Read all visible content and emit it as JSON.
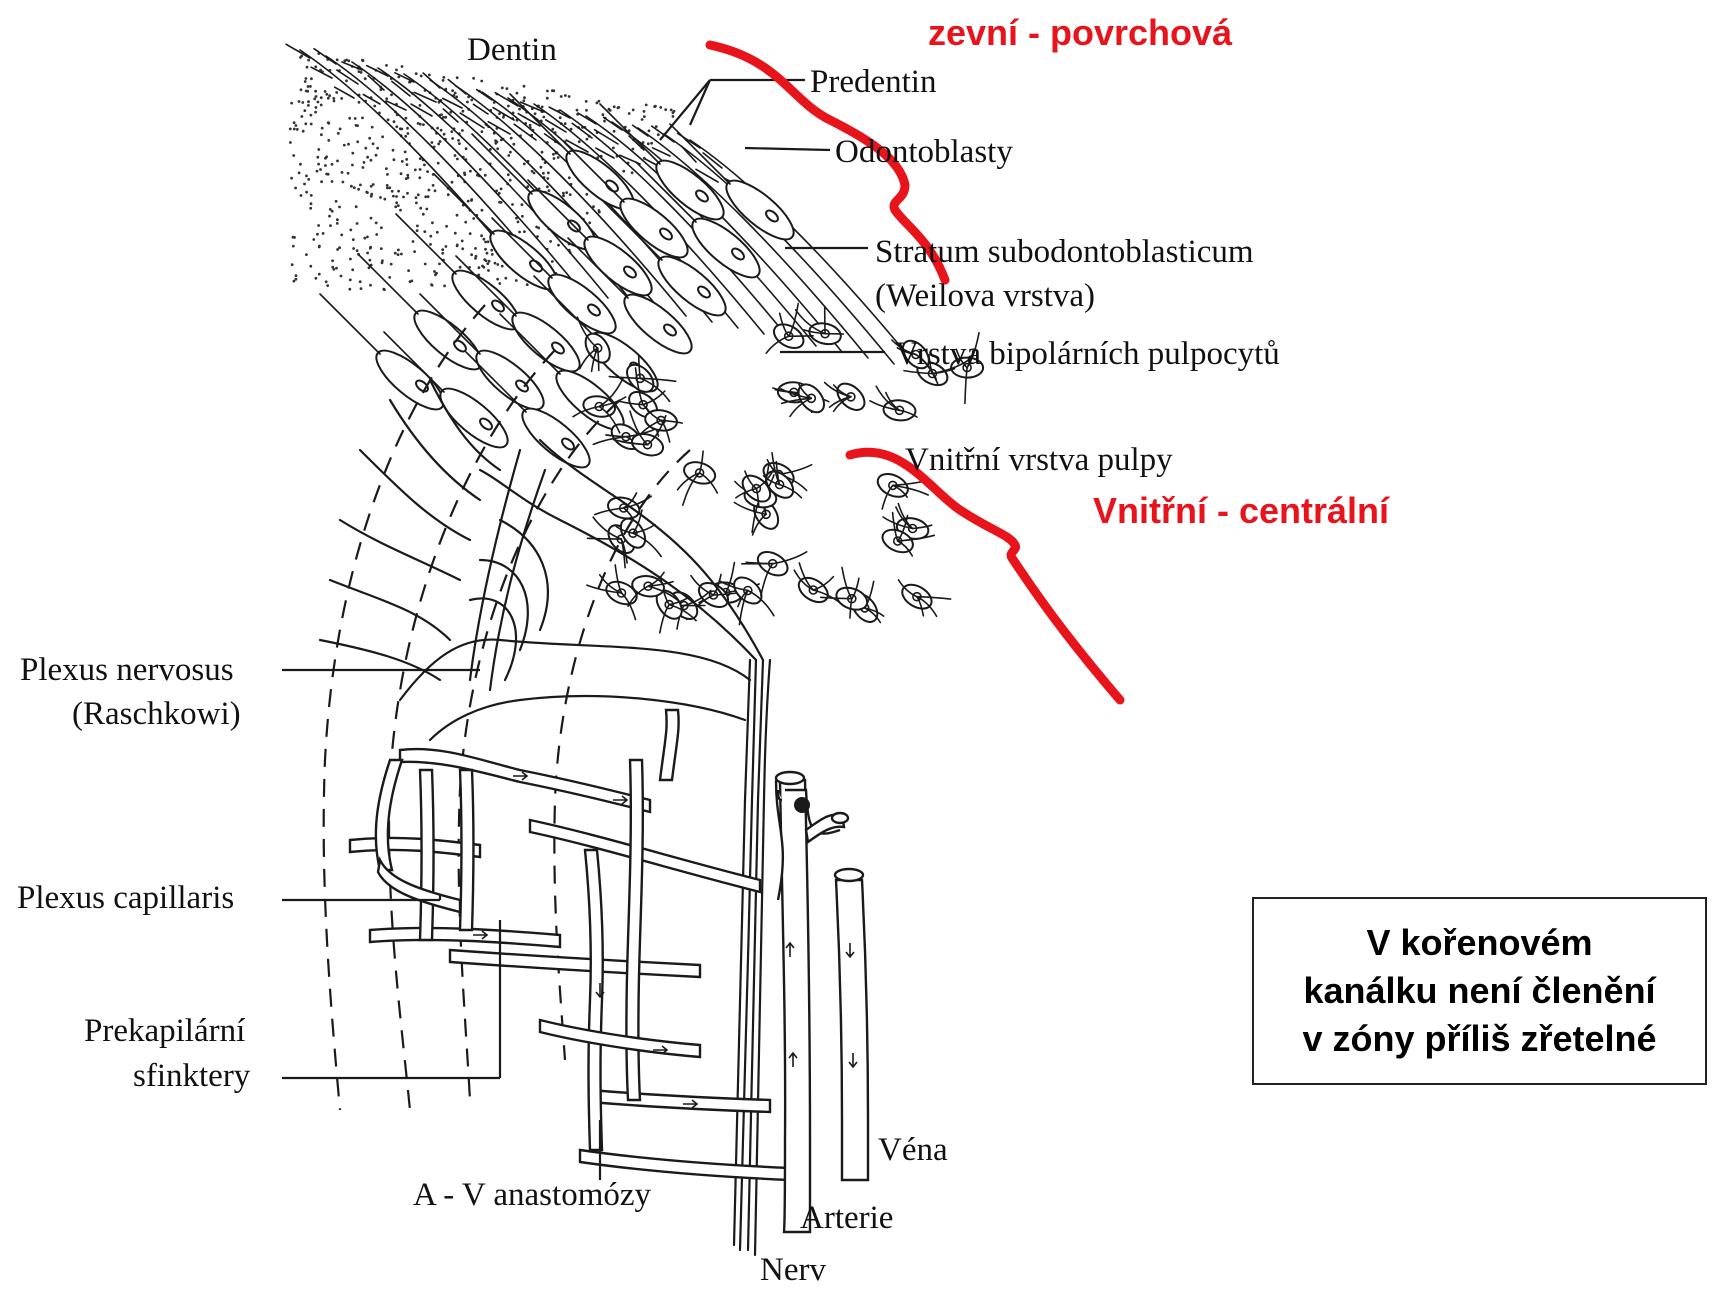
{
  "labels": {
    "dentin": "Dentin",
    "predentin": "Predentin",
    "odontoblasty": "Odontoblasty",
    "stratum_line1": "Stratum subodontoblasticum",
    "stratum_line2": "(Weilova vrstva)",
    "bipolar": "Vrstva bipolárních pulpocytů",
    "inner_layer": "Vnitřní vrstva pulpy",
    "plexus_nervosus_line1": "Plexus nervosus",
    "plexus_nervosus_line2": "(Raschkowi)",
    "plexus_capillaris": "Plexus capillaris",
    "prekapilarni_line1": "Prekapilární",
    "prekapilarni_line2": "sfinktery",
    "av_anastomozy": "A - V anastomózy",
    "vena": "Véna",
    "arterie": "Arterie",
    "nerv": "Nerv"
  },
  "annotations": {
    "outer_zone": "zevní  - povrchová",
    "inner_zone": "Vnitřní - centrální"
  },
  "note": {
    "text": "V kořenovém\nkanálku není členění\nv zóny příliš zřetelné"
  },
  "colors": {
    "annotation_red": "#e8141b",
    "ink": "#1a1a1a"
  }
}
